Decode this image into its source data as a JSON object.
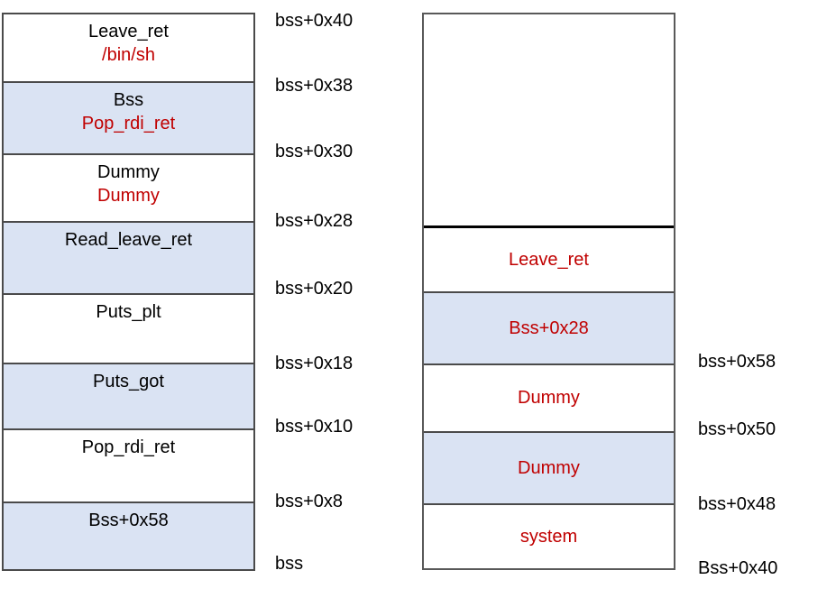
{
  "colors": {
    "highlight_fill": "#dae3f3",
    "red_text": "#c00000",
    "black_text": "#000000",
    "thin_border": "#4a4a4a",
    "box_border": "#595959",
    "divider_line": "#000000"
  },
  "left_stack": {
    "rows": [
      {
        "line1": "Leave_ret",
        "line2": "/bin/sh",
        "highlighted": false
      },
      {
        "line1": "Bss",
        "line2": "Pop_rdi_ret",
        "highlighted": true
      },
      {
        "line1": "Dummy",
        "line2": "Dummy",
        "highlighted": false
      },
      {
        "line1": "Read_leave_ret",
        "highlighted": true
      },
      {
        "line1": "Puts_plt",
        "highlighted": false
      },
      {
        "line1": "Puts_got",
        "highlighted": true
      },
      {
        "line1": "Pop_rdi_ret",
        "highlighted": false
      },
      {
        "line1": "Bss+0x58",
        "highlighted": true
      }
    ],
    "address_labels": [
      "bss+0x40",
      "bss+0x38",
      "bss+0x30",
      "bss+0x28",
      "bss+0x20",
      "bss+0x18",
      "bss+0x10",
      "bss+0x8",
      "bss"
    ]
  },
  "right_stack": {
    "rows": [
      {
        "label": "Leave_ret",
        "highlighted": false
      },
      {
        "label": "Bss+0x28",
        "highlighted": true
      },
      {
        "label": "Dummy",
        "highlighted": false
      },
      {
        "label": "Dummy",
        "highlighted": true
      },
      {
        "label": "system",
        "highlighted": false
      }
    ],
    "address_labels": [
      "bss+0x58",
      "bss+0x50",
      "bss+0x48",
      "Bss+0x40"
    ]
  }
}
